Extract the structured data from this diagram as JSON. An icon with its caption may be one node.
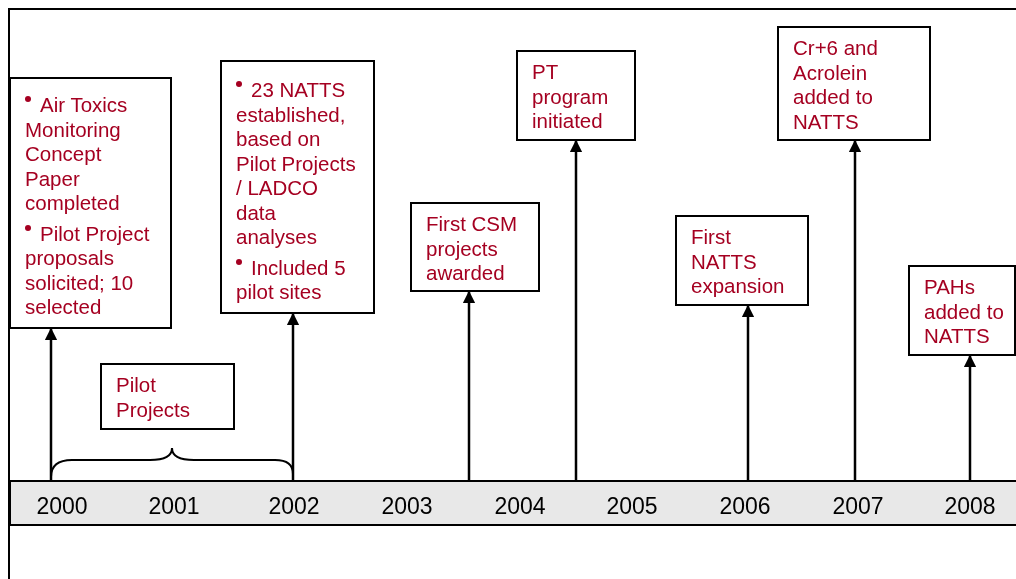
{
  "diagram": {
    "nodes": [
      {
        "text": [
          "Air Toxics Monitoring Concept Paper completed",
          "Pilot Project proposals solicited; 10 selected"
        ]
      },
      {
        "text": [
          "Pilot Projects"
        ]
      },
      {
        "text": [
          "23 NATTS established, based on Pilot Projects / LADCO data analyses",
          "Included 5 pilot sites"
        ]
      },
      {
        "text": [
          "First CSM projects awarded"
        ]
      },
      {
        "text": [
          "PT program initiated"
        ]
      },
      {
        "text": [
          "First NATTS expansion"
        ]
      },
      {
        "text": [
          "Cr+6 and Acrolein added to NATTS"
        ]
      },
      {
        "text": [
          "PAHs added to NATTS"
        ]
      },
      {
        "text": [
          "2000",
          "2001",
          "2002",
          "2003",
          "2004",
          "2005",
          "2006",
          "2007",
          "2008"
        ]
      }
    ],
    "edges": [
      {
        "from": 8,
        "to": 0,
        "arrow": "to"
      },
      {
        "from": 8,
        "to": 2,
        "arrow": "to"
      },
      {
        "from": 8,
        "to": 3,
        "arrow": "to"
      },
      {
        "from": 8,
        "to": 4,
        "arrow": "to"
      },
      {
        "from": 8,
        "to": 5,
        "arrow": "to"
      },
      {
        "from": 8,
        "to": 6,
        "arrow": "to"
      },
      {
        "from": 8,
        "to": 7,
        "arrow": "to"
      }
    ]
  }
}
